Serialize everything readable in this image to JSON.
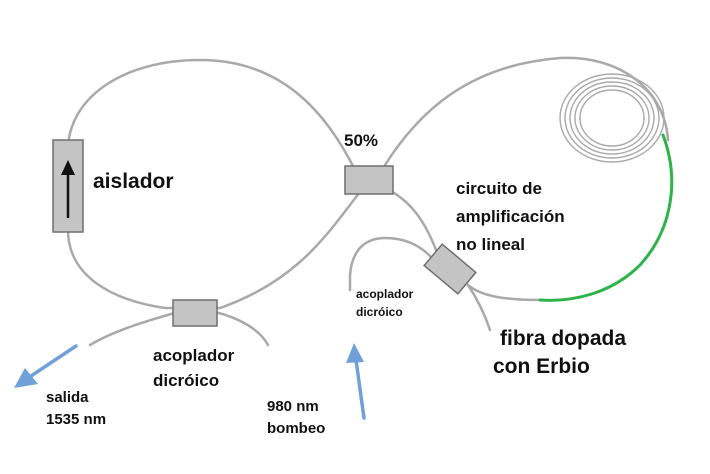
{
  "labels": {
    "isolator": "aislador",
    "splitter_ratio": "50%",
    "nonlinear_circuit_line1": "circuito de",
    "nonlinear_circuit_line2": "amplificación",
    "nonlinear_circuit_line3": "no lineal",
    "wdm_right_line1": "acoplador",
    "wdm_right_line2": "dicróico",
    "doped_fiber_line1": "fibra dopada",
    "doped_fiber_line2": "con Erbio",
    "wdm_left_line1": "acoplador",
    "wdm_left_line2": "dicróico",
    "output_line1": "salida",
    "output_line2": "1535 nm",
    "pump_line1": "980 nm",
    "pump_line2": "bombeo"
  },
  "colors": {
    "fiber": "#a9a9a9",
    "component_fill": "#c4c4c4",
    "component_stroke": "#6f6f6f",
    "erbium_fiber": "#2db34a",
    "arrow": "#6fa0d8",
    "text": "#111111"
  }
}
